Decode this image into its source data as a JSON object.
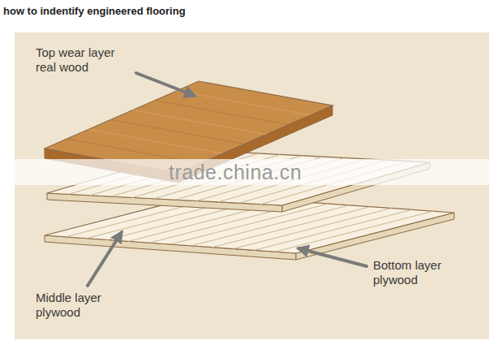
{
  "diagram": {
    "title": "how to indentify engineered flooring",
    "labels": [
      "Top wear layer real wood",
      "Middle layer plywood",
      "Bottom layer plywood",
      "trade.china.cn"
    ]
  }
}
